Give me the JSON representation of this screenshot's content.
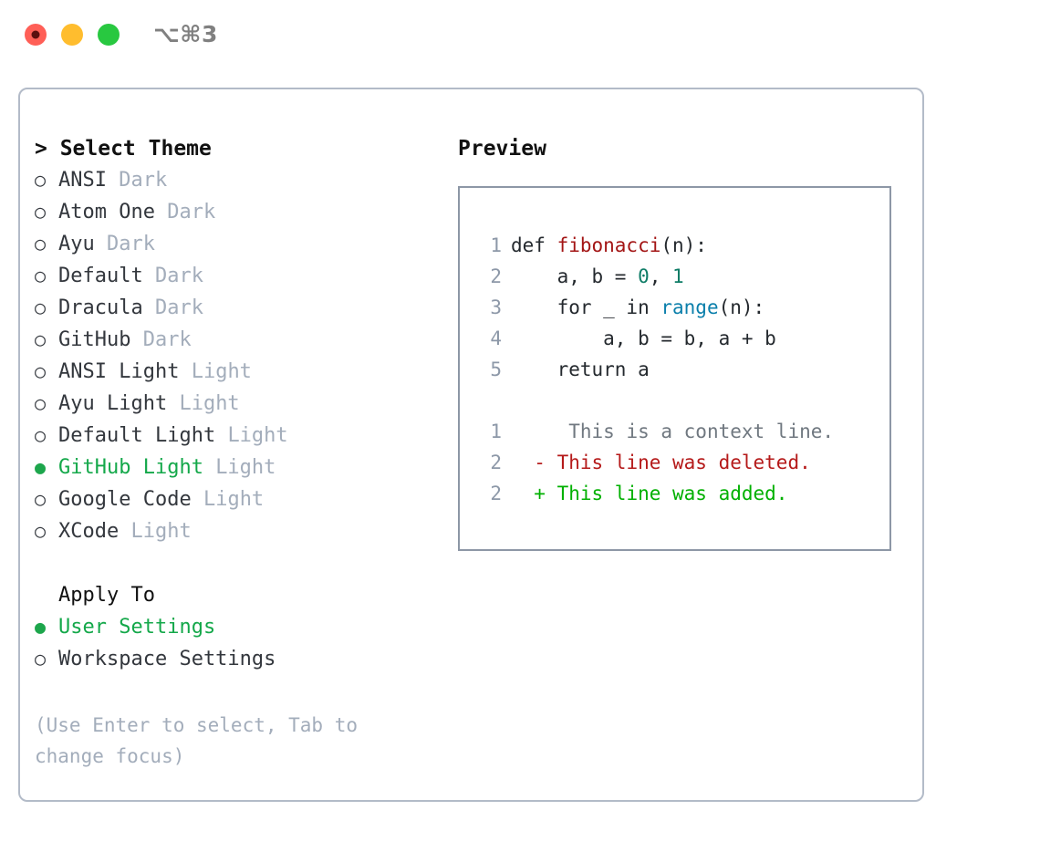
{
  "titlebar": {
    "shortcut": "⌥⌘3",
    "buttons": [
      {
        "name": "close",
        "color": "#ff5f57"
      },
      {
        "name": "minimize",
        "color": "#ffbd2e"
      },
      {
        "name": "zoom",
        "color": "#28c840"
      }
    ]
  },
  "theme_picker": {
    "header": "> Select Theme",
    "options": [
      {
        "bullet": "○",
        "name": "ANSI",
        "kind": "Dark",
        "selected": false
      },
      {
        "bullet": "○",
        "name": "Atom One",
        "kind": "Dark",
        "selected": false
      },
      {
        "bullet": "○",
        "name": "Ayu",
        "kind": "Dark",
        "selected": false
      },
      {
        "bullet": "○",
        "name": "Default",
        "kind": "Dark",
        "selected": false
      },
      {
        "bullet": "○",
        "name": "Dracula",
        "kind": "Dark",
        "selected": false
      },
      {
        "bullet": "○",
        "name": "GitHub",
        "kind": "Dark",
        "selected": false
      },
      {
        "bullet": "○",
        "name": "ANSI Light",
        "kind": "Light",
        "selected": false
      },
      {
        "bullet": "○",
        "name": "Ayu Light",
        "kind": "Light",
        "selected": false
      },
      {
        "bullet": "○",
        "name": "Default Light",
        "kind": "Light",
        "selected": false
      },
      {
        "bullet": "●",
        "name": "GitHub Light",
        "kind": "Light",
        "selected": true
      },
      {
        "bullet": "○",
        "name": "Google Code",
        "kind": "Light",
        "selected": false
      },
      {
        "bullet": "○",
        "name": "XCode",
        "kind": "Light",
        "selected": false
      }
    ]
  },
  "apply_to": {
    "title": "Apply To",
    "options": [
      {
        "bullet": "●",
        "name": "User Settings",
        "selected": true
      },
      {
        "bullet": "○",
        "name": "Workspace Settings",
        "selected": false
      }
    ]
  },
  "hint": "(Use Enter to select, Tab to change focus)",
  "preview": {
    "header": "Preview",
    "code_lines": [
      {
        "no": "1",
        "parts": [
          {
            "t": "def ",
            "c": "plain"
          },
          {
            "t": "fibonacci",
            "c": "func"
          },
          {
            "t": "(n):",
            "c": "plain"
          }
        ]
      },
      {
        "no": "2",
        "parts": [
          {
            "t": "    a, b = ",
            "c": "plain"
          },
          {
            "t": "0",
            "c": "num"
          },
          {
            "t": ", ",
            "c": "plain"
          },
          {
            "t": "1",
            "c": "num"
          }
        ]
      },
      {
        "no": "3",
        "parts": [
          {
            "t": "    for _ in ",
            "c": "plain"
          },
          {
            "t": "range",
            "c": "builtin"
          },
          {
            "t": "(n):",
            "c": "plain"
          }
        ]
      },
      {
        "no": "4",
        "parts": [
          {
            "t": "        a, b = b, a + b",
            "c": "plain"
          }
        ]
      },
      {
        "no": "5",
        "parts": [
          {
            "t": "    return a",
            "c": "plain"
          }
        ]
      }
    ],
    "diff_lines": [
      {
        "no": "1",
        "marker": " ",
        "text": "  This is a context line.",
        "kind": "context"
      },
      {
        "no": "2",
        "marker": "-",
        "text": " This line was deleted.",
        "kind": "deleted"
      },
      {
        "no": "2",
        "marker": "+",
        "text": " This line was added.",
        "kind": "added"
      }
    ]
  },
  "colors": {
    "accent_green": "#14a84a",
    "muted": "#a3adbb",
    "panel_border": "#b3bbc8",
    "preview_border": "#8d97a6",
    "syntax_function": "#a31515",
    "syntax_number": "#0e7c66",
    "syntax_builtin": "#0b7fab",
    "diff_deleted": "#b51a1a",
    "diff_added": "#00b000",
    "diff_context": "#707880"
  }
}
